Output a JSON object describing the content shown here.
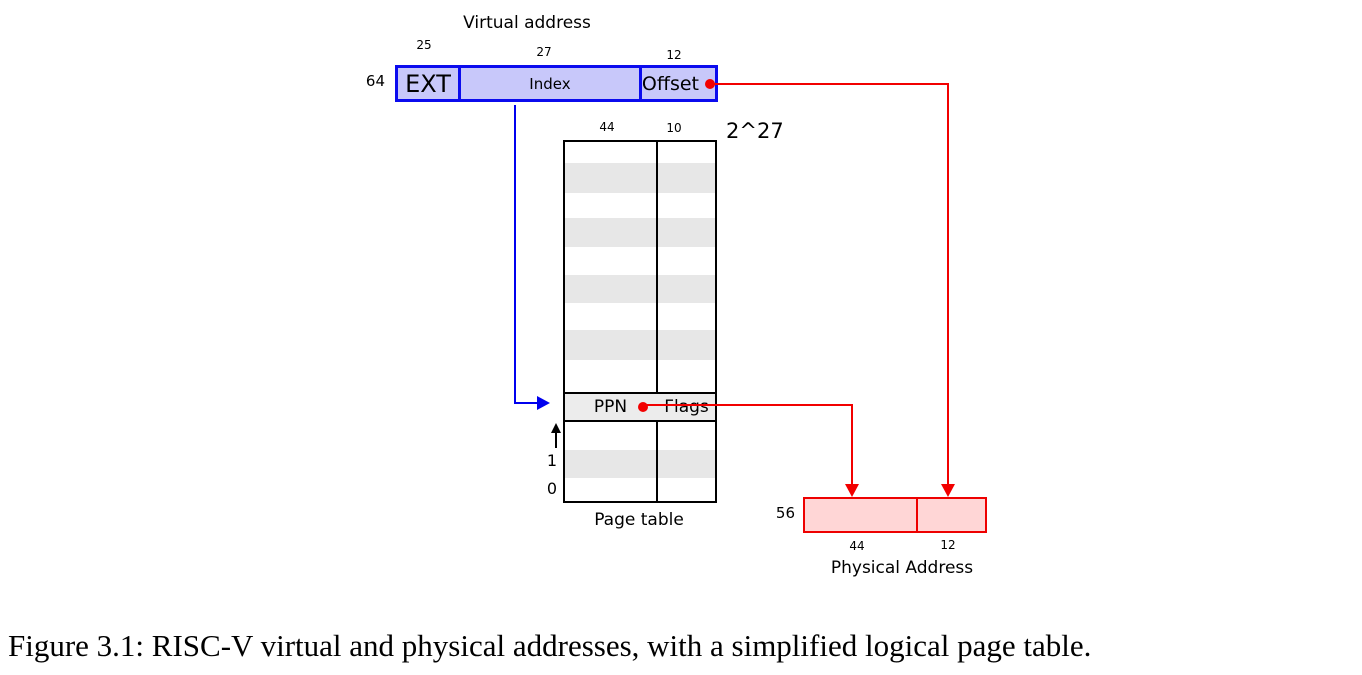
{
  "caption": "Figure 3.1: RISC-V virtual and physical addresses, with a simplified logical page table.",
  "virtual_address": {
    "title": "Virtual address",
    "total_bits": "64",
    "fields": [
      {
        "label": "EXT",
        "bits": "25"
      },
      {
        "label": "Index",
        "bits": "27"
      },
      {
        "label": "Offset",
        "bits": "12"
      }
    ]
  },
  "page_table": {
    "label": "Page table",
    "entries_count": "2^27",
    "columns": [
      {
        "label": "PPN",
        "bits": "44"
      },
      {
        "label": "Flags",
        "bits": "10"
      }
    ],
    "index_labels": [
      "1",
      "0"
    ],
    "rows": [
      "blank",
      "stripe",
      "blank",
      "stripe",
      "blank",
      "stripe",
      "blank",
      "stripe",
      "blank",
      "entry",
      "blank",
      "stripe",
      "blank"
    ]
  },
  "physical_address": {
    "title": "Physical Address",
    "total_bits": "56",
    "fields": [
      {
        "bits": "44"
      },
      {
        "bits": "12"
      }
    ]
  },
  "colors": {
    "va_fill": "#c8c8fa",
    "va_border": "#0b0bee",
    "pa_fill": "#ffd6d6",
    "pa_border": "#ee0000",
    "stripe": "#e7e7e7",
    "entry_fill": "#ececec",
    "blue": "#0000ee",
    "red": "#f20000"
  }
}
